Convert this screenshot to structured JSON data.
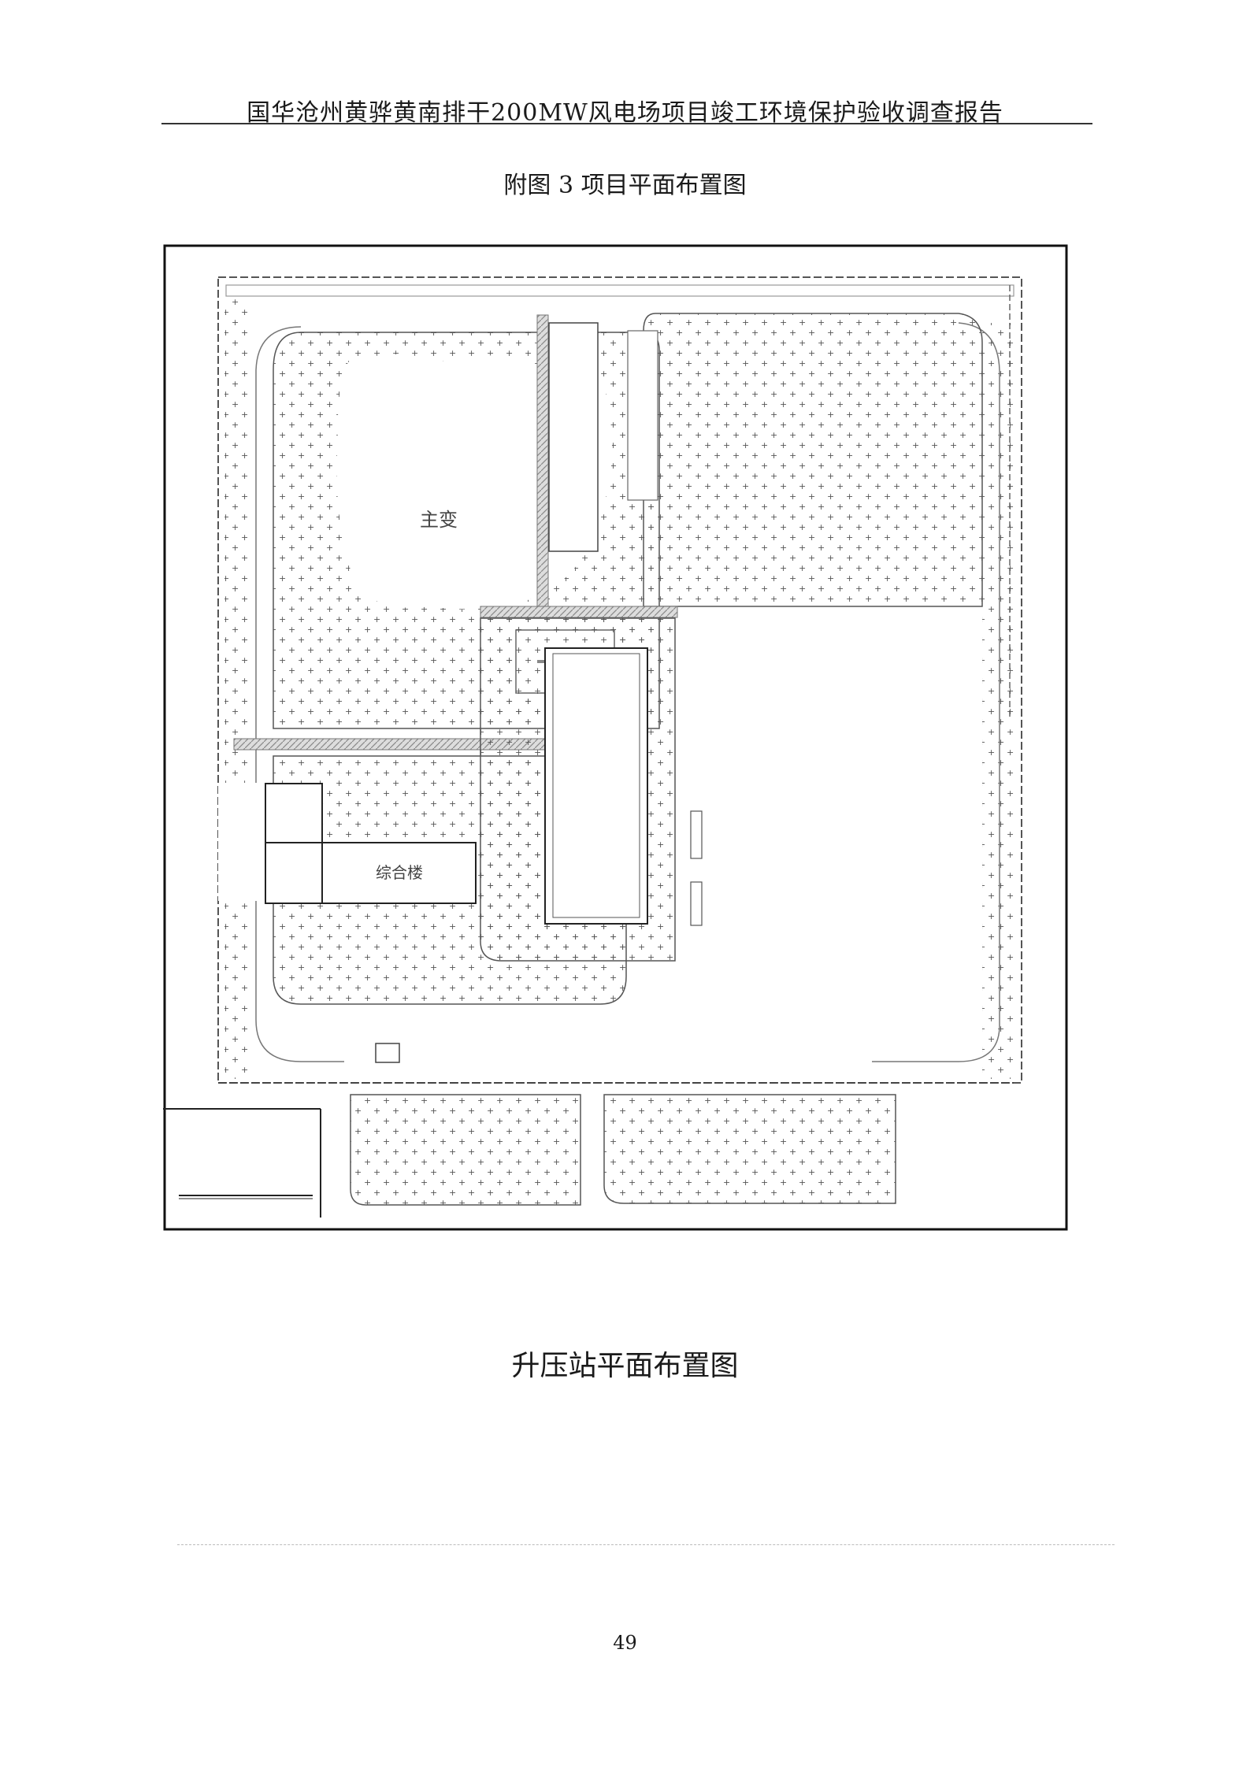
{
  "header": {
    "title": "国华沧州黄骅黄南排干200MW风电场项目竣工环境保护验收调查报告"
  },
  "figure": {
    "label": "附图 3  项目平面布置图",
    "caption": "升压站平面布置图",
    "plan_labels": {
      "main_transformer": "主变",
      "composite_building": "综合楼"
    }
  },
  "page": {
    "number": "49"
  }
}
